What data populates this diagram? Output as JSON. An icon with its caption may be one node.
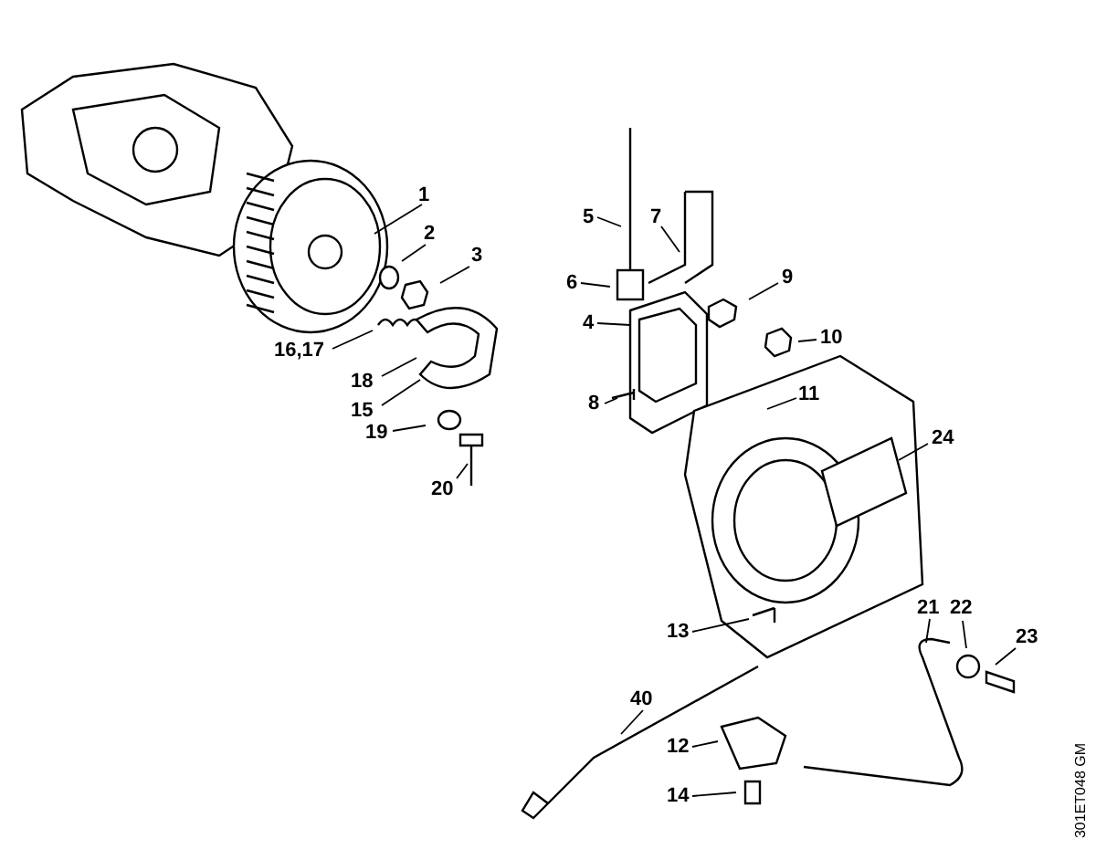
{
  "diagram": {
    "nodes": [
      {
        "text": [
          "1"
        ]
      },
      {
        "text": [
          "2"
        ]
      },
      {
        "text": [
          "3"
        ]
      },
      {
        "text": [
          "16,17"
        ]
      },
      {
        "text": [
          "18"
        ]
      },
      {
        "text": [
          "15"
        ]
      },
      {
        "text": [
          "19"
        ]
      },
      {
        "text": [
          "20"
        ]
      },
      {
        "text": [
          "5"
        ]
      },
      {
        "text": [
          "7"
        ]
      },
      {
        "text": [
          "6"
        ]
      },
      {
        "text": [
          "4"
        ]
      },
      {
        "text": [
          "8"
        ]
      },
      {
        "text": [
          "9"
        ]
      },
      {
        "text": [
          "10"
        ]
      },
      {
        "text": [
          "11"
        ]
      },
      {
        "text": [
          "24"
        ]
      },
      {
        "text": [
          "21"
        ]
      },
      {
        "text": [
          "22"
        ]
      },
      {
        "text": [
          "23"
        ]
      },
      {
        "text": [
          "13"
        ]
      },
      {
        "text": [
          "40"
        ]
      },
      {
        "text": [
          "12"
        ]
      },
      {
        "text": [
          "14"
        ]
      }
    ],
    "edges": [
      {
        "from": 0,
        "to": null,
        "arrow": "none"
      },
      {
        "from": 1,
        "to": null,
        "arrow": "none"
      },
      {
        "from": 2,
        "to": null,
        "arrow": "none"
      },
      {
        "from": 3,
        "to": null,
        "arrow": "none"
      },
      {
        "from": 4,
        "to": null,
        "arrow": "none"
      },
      {
        "from": 5,
        "to": null,
        "arrow": "none"
      },
      {
        "from": 6,
        "to": null,
        "arrow": "none"
      },
      {
        "from": 7,
        "to": null,
        "arrow": "none"
      },
      {
        "from": 8,
        "to": null,
        "arrow": "none"
      },
      {
        "from": 9,
        "to": null,
        "arrow": "none"
      },
      {
        "from": 10,
        "to": null,
        "arrow": "none"
      },
      {
        "from": 11,
        "to": null,
        "arrow": "none"
      },
      {
        "from": 12,
        "to": null,
        "arrow": "none"
      },
      {
        "from": 13,
        "to": null,
        "arrow": "none"
      },
      {
        "from": 14,
        "to": null,
        "arrow": "none"
      },
      {
        "from": 15,
        "to": null,
        "arrow": "none"
      },
      {
        "from": 16,
        "to": null,
        "arrow": "none"
      },
      {
        "from": 17,
        "to": null,
        "arrow": "none"
      },
      {
        "from": 18,
        "to": null,
        "arrow": "none"
      },
      {
        "from": 19,
        "to": null,
        "arrow": "none"
      },
      {
        "from": 20,
        "to": null,
        "arrow": "none"
      },
      {
        "from": 21,
        "to": null,
        "arrow": "none"
      },
      {
        "from": 22,
        "to": null,
        "arrow": "none"
      },
      {
        "from": 23,
        "to": null,
        "arrow": "none"
      }
    ],
    "labels": [
      "301ET048 GM"
    ]
  }
}
